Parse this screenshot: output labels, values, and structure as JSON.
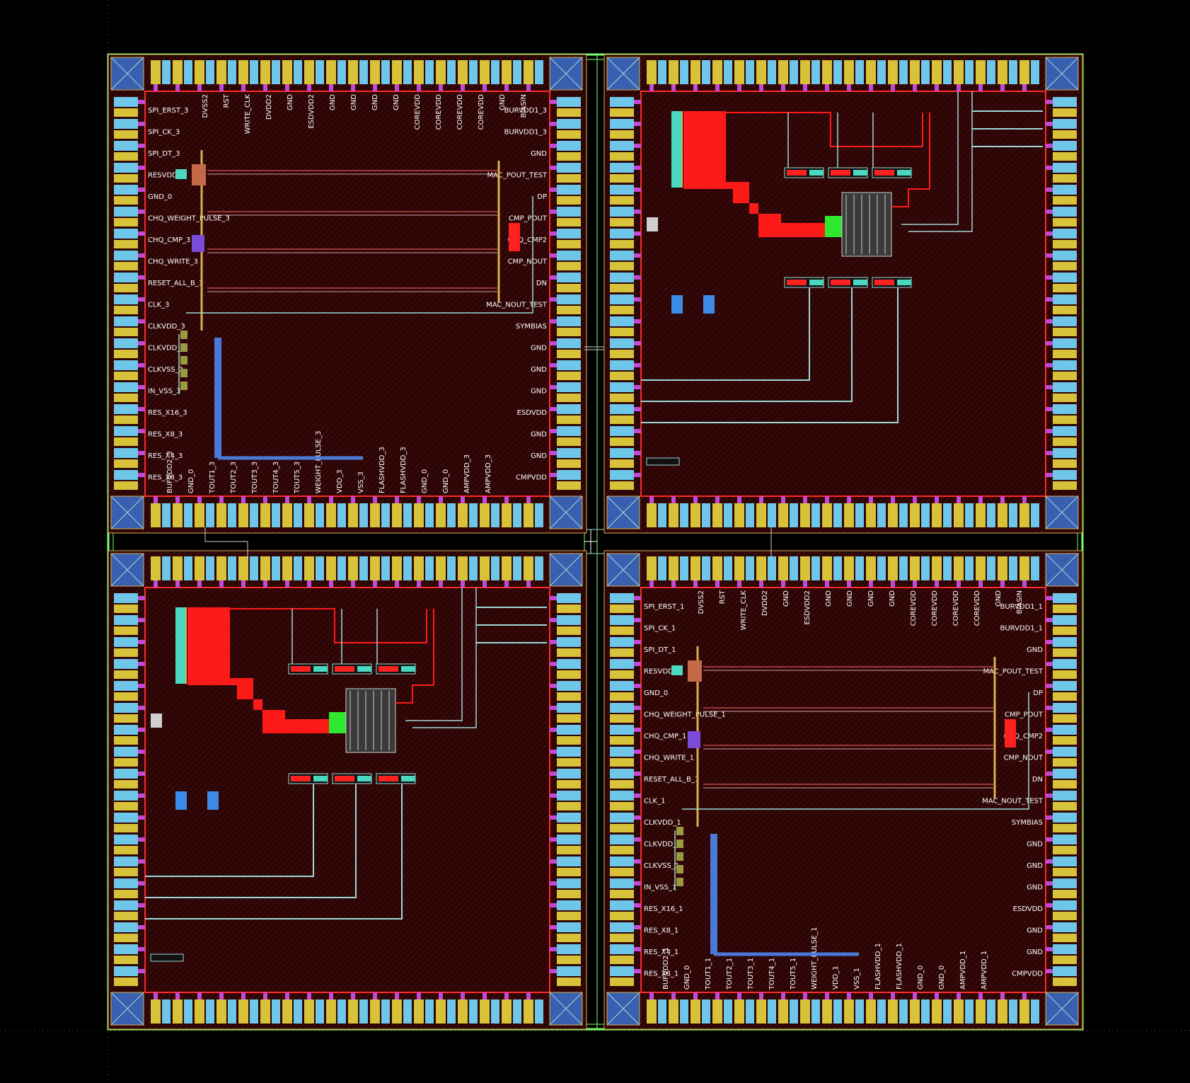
{
  "colors": {
    "background": "#000000",
    "die": "#2b0505",
    "seal_ring": "#7cff6b",
    "boundary": "#ff2a2a",
    "pad_yellow": "#d8c23a",
    "pad_cyan": "#6ec6e8",
    "pad_magenta": "#c24ad6",
    "wire_cyan": "#9fd8d8",
    "wire_blue": "#4a7ad8",
    "wire_red": "#ff1a1a",
    "via_green": "#2ee82e"
  },
  "chips": {
    "chip3": {
      "left_labels": [
        "SPI_ERST_3",
        "SPI_CK_3",
        "SPI_DT_3",
        "RESVDD_3",
        "GND_0",
        "CHQ_WEIGHT_PULSE_3",
        "CHQ_CMP_3",
        "CHQ_WRITE_3",
        "RESET_ALL_B_3",
        "CLK_3",
        "CLKVDD_3",
        "CLKVDD_3",
        "CLKVSS_3",
        "IN_VSS_3",
        "RES_X16_3",
        "RES_X8_3",
        "RES_X4_3",
        "RES_X8_3"
      ],
      "right_labels": [
        "BURVDD1_3",
        "BURVDD1_3",
        "GND",
        "MAC_POUT_TEST",
        "DP",
        "CMP_POUT",
        "CHQ_CMP2",
        "CMP_NOUT",
        "DN",
        "MAC_NOUT_TEST",
        "SYMBIAS",
        "GND",
        "GND",
        "GND",
        "ESDVDD",
        "GND",
        "GND",
        "CMPVDD"
      ],
      "top_labels": [
        "DVSS2",
        "RST",
        "WRITE_CLK",
        "DVDD2",
        "GND",
        "ESDVDD2",
        "GND",
        "GND",
        "GND",
        "GND",
        "COREVDD",
        "COREVDD",
        "COREVDD",
        "COREVDD",
        "GND",
        "BIASIN"
      ],
      "bottom_labels": [
        "BUFVDD2_3",
        "GND_0",
        "TOUT1_3",
        "TOUT2_3",
        "TOUT3_3",
        "TOUT4_3",
        "TOUT5_3",
        "WEIGHT_PULSE_3",
        "VDD_3",
        "VSS_3",
        "FLASHVDD_3",
        "FLASHVDD_3",
        "GND_0",
        "GND_0",
        "AMPVDD_3",
        "AMPVDD_3"
      ]
    },
    "chip1": {
      "left_labels": [
        "SPI_ERST_1",
        "SPI_CK_1",
        "SPI_DT_1",
        "RESVDD_1",
        "GND_0",
        "CHQ_WEIGHT_PULSE_1",
        "CHQ_CMP_1",
        "CHQ_WRITE_1",
        "RESET_ALL_B_1",
        "CLK_1",
        "CLKVDD_1",
        "CLKVDD_1",
        "CLKVSS_1",
        "IN_VSS_1",
        "RES_X16_1",
        "RES_X8_1",
        "RES_X4_1",
        "RES_X8_1"
      ],
      "right_labels": [
        "BURVDD1_1",
        "BURVDD1_1",
        "GND",
        "MAC_POUT_TEST",
        "DP",
        "CMP_POUT",
        "CHQ_CMP2",
        "CMP_NOUT",
        "DN",
        "MAC_NOUT_TEST",
        "SYMBIAS",
        "GND",
        "GND",
        "GND",
        "ESDVDD",
        "GND",
        "GND",
        "CMPVDD"
      ],
      "top_labels": [
        "DVSS2",
        "RST",
        "WRITE_CLK",
        "DVDD2",
        "GND",
        "ESDVDD2",
        "GND",
        "GND",
        "GND",
        "GND",
        "COREVDD",
        "COREVDD",
        "COREVDD",
        "COREVDD",
        "GND",
        "BIASIN"
      ],
      "bottom_labels": [
        "BUFVDD2_1",
        "GND_0",
        "TOUT1_1",
        "TOUT2_1",
        "TOUT3_1",
        "TOUT4_1",
        "TOUT5_1",
        "WEIGHT_PULSE_1",
        "VDD_1",
        "VSS_1",
        "FLASHVDD_1",
        "FLASHVDD_1",
        "GND_0",
        "GND_0",
        "AMPVDD_1",
        "AMPVDD_1"
      ]
    }
  }
}
